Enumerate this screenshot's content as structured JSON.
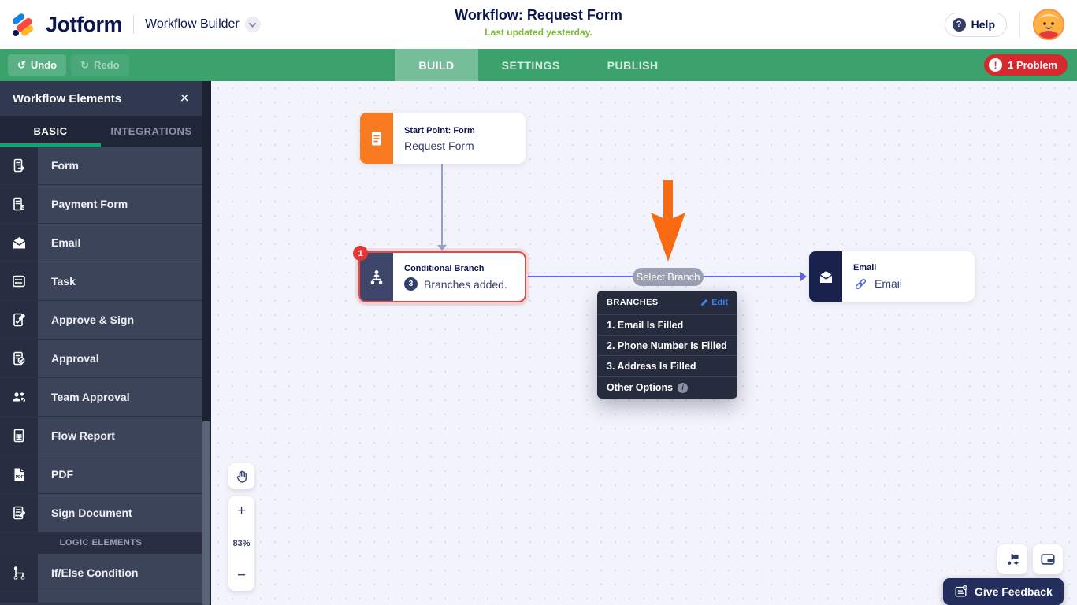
{
  "header": {
    "logo_text": "Jotform",
    "product_label": "Workflow Builder",
    "title": "Workflow: Request Form",
    "subtitle": "Last updated yesterday.",
    "help_label": "Help",
    "help_icon": "?"
  },
  "toolbar": {
    "undo_label": "Undo",
    "redo_label": "Redo",
    "undo_icon": "↺",
    "redo_icon": "↻",
    "tabs": [
      "BUILD",
      "SETTINGS",
      "PUBLISH"
    ],
    "active_tab": "BUILD",
    "problem_label": "1 Problem",
    "problem_icon": "!"
  },
  "sidebar": {
    "title": "Workflow Elements",
    "close_icon": "×",
    "tabs": [
      "BASIC",
      "INTEGRATIONS"
    ],
    "active_tab": "BASIC",
    "items": [
      "Form",
      "Payment Form",
      "Email",
      "Task",
      "Approve & Sign",
      "Approval",
      "Team Approval",
      "Flow Report",
      "PDF",
      "Sign Document"
    ],
    "section_label": "LOGIC ELEMENTS",
    "logic_items": [
      "If/Else Condition"
    ]
  },
  "canvas": {
    "nodes": {
      "start": {
        "title": "Start Point: Form",
        "value": "Request Form"
      },
      "branch": {
        "title": "Conditional Branch",
        "count_badge": "3",
        "value": "Branches added.",
        "error_badge": "1"
      },
      "email": {
        "title": "Email",
        "value": "Email"
      }
    },
    "select_branch_label": "Select Branch",
    "dropdown": {
      "title": "BRANCHES",
      "edit_label": "Edit",
      "items": [
        "1. Email Is Filled",
        "2. Phone Number Is Filled",
        "3. Address Is Filled"
      ],
      "footer_label": "Other Options",
      "info_icon": "i"
    },
    "zoom": {
      "level": "83%",
      "plus": "+",
      "minus": "−"
    }
  },
  "footer": {
    "feedback_label": "Give Feedback"
  },
  "colors": {
    "brand_navy": "#0a1551",
    "toolbar_green": "#3ba26e",
    "updated_green": "#7cb93c",
    "problem_red": "#d8282f",
    "node_orange": "#f97b21",
    "connector_blue": "#5b69e0",
    "error_red": "#ef4444",
    "sidebar_dark": "#3c445a",
    "dropdown_dark": "#262c3d",
    "edit_blue": "#3b82f6"
  }
}
